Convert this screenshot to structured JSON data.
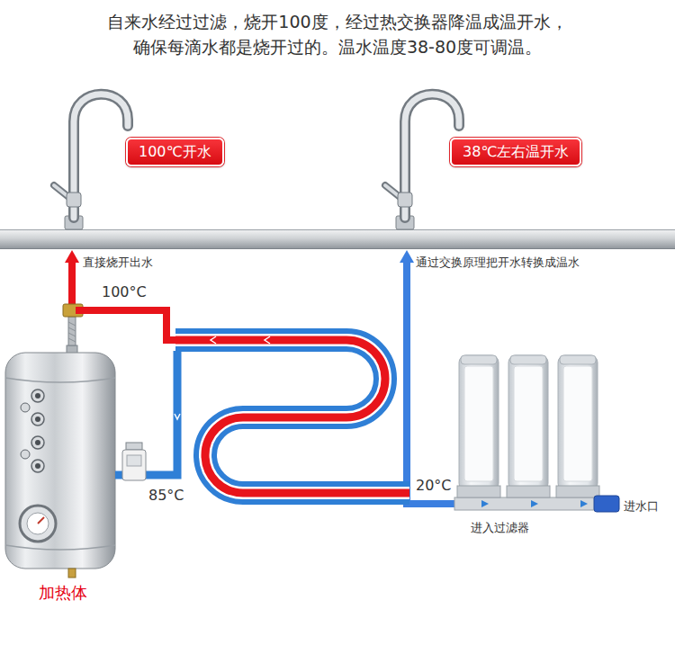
{
  "diagram": {
    "title": "自来水经过过滤，烧开100度，经过热交换器降温成温开水， 确保每滴水都是烧开过的。温水温度38-80度可调温。",
    "nodes": [
      {
        "text": [
          "100℃开水"
        ]
      },
      {
        "text": [
          "38℃左右温开水"
        ]
      },
      {
        "text": [
          "加热体"
        ]
      },
      {
        "text": [
          "进入过滤器"
        ]
      }
    ],
    "edges": [
      {
        "from": 2,
        "to": 0,
        "arrow": "to",
        "label": "直接烧开出水"
      },
      {
        "from": 3,
        "to": 1,
        "arrow": "to",
        "label": "通过交换原理把开水转换成温水"
      }
    ],
    "labels": [
      "100°C",
      "85°C",
      "20°C",
      "进水口"
    ]
  }
}
